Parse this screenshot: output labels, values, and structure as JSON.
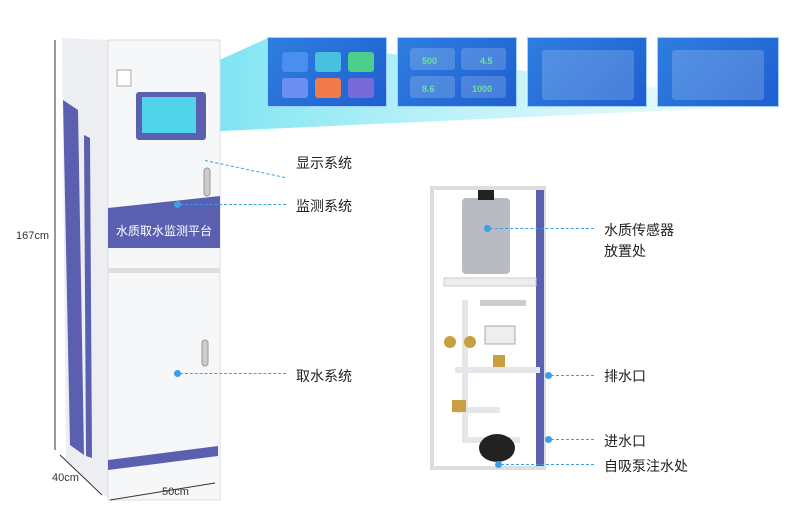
{
  "cabinet": {
    "panel_text": "水质取水监测平台",
    "accent_color": "#5a5fb0"
  },
  "dimensions": {
    "height": "167cm",
    "depth": "40cm",
    "width": "50cm"
  },
  "callouts": {
    "display": "显示系统",
    "monitoring": "监测系统",
    "intake": "取水系统",
    "sensor_line1": "水质传感器",
    "sensor_line2": "放置处",
    "drain": "排水口",
    "inlet": "进水口",
    "pump": "自吸泵注水处"
  },
  "screens": {
    "values": [
      "500",
      "4.5",
      "8.6",
      "1000"
    ]
  },
  "colors": {
    "callout_line": "#3aa0e8",
    "screen_blue": "#2f7ee0",
    "beam": "#5fe0f0"
  }
}
